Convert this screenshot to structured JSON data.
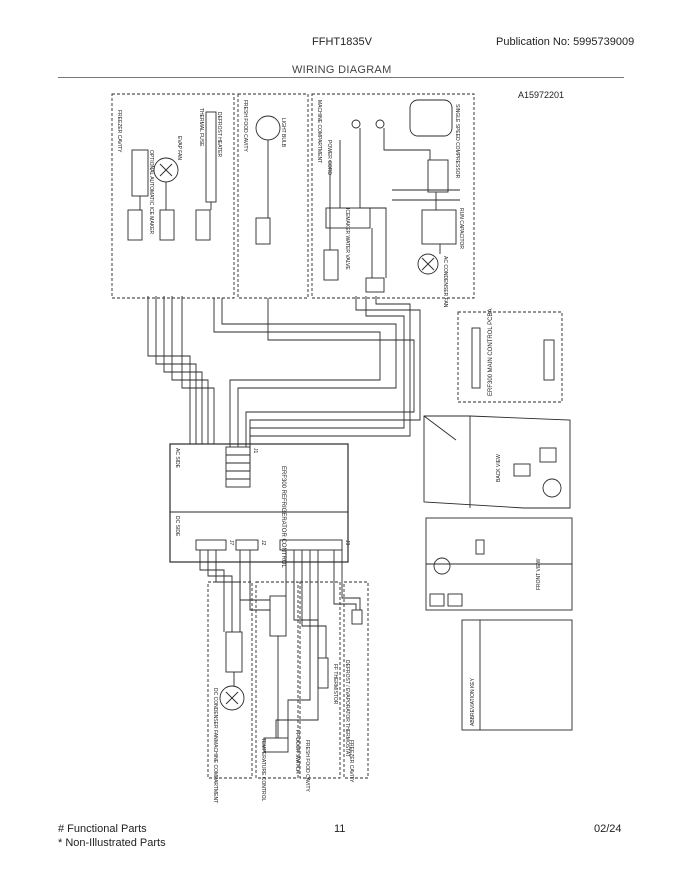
{
  "header": {
    "model": "FFHT1835V",
    "publication_label": "Publication No:",
    "publication_number": "5995739009",
    "title": "WIRING DIAGRAM"
  },
  "diagram": {
    "figure_id": "A15972201",
    "compartments": {
      "freezer_top": "FREEZER CAVITY",
      "fresh_food_top": "FRESH FOOD CAVITY",
      "machine_top": "MACHINE COMPARTMENT",
      "machine_bottom": "MACHINE COMPARTMENT",
      "temp_control": "TEMPERATURE CONTROL",
      "fresh_food_bottom": "FRESH FOOD CAVITY",
      "freezer_bottom": "FREEZER CAVITY"
    },
    "components": {
      "evap_fan": "EVAP FAN",
      "auto_ice": "OPTIONAL AUTOMATIC ICE MAKER",
      "thermal_fuse": "THERMAL FUSE",
      "defrost_heater": "DEFROST HEATER",
      "light_bulb": "LIGHT BULB",
      "power_cord": "POWER CORD",
      "compressor": "SINGLE SPEED COMPRESSOR",
      "ice_valve": "ICEMAKER WATER VALVE",
      "run_capacitor": "RUN CAPACITOR",
      "ac_condenser_fan": "AC CONDENSER FAN",
      "dc_condenser_fan": "DC CONDENSER FAN",
      "door_switch": "FF DOOR SWITCH",
      "defrost_thermostat": "DEFROST / EVAPORATOR THERMOSTAT",
      "ff_thermistor": "FF THERMISTOR",
      "control_board": "ERF300 REFRIGERATOR CONTROL",
      "ac_side": "AC SIDE",
      "dc_side": "DC SIDE",
      "board_pcba": "ERF300 MAIN CONTROL PCBA",
      "back_view": "BACK VIEW",
      "front_view": "FRONT VIEW",
      "connector_table": "ABBREVIATION KEY"
    },
    "connectors": {
      "j1": "J1",
      "j2": "J2",
      "j3": "J3",
      "j7": "J7"
    }
  },
  "footer": {
    "functional_parts": "# Functional Parts",
    "non_illustrated": "* Non-Illustrated Parts",
    "page": "11",
    "date": "02/24"
  },
  "colors": {
    "line": "#2a2a2a",
    "dashed_box": "#333333",
    "rule": "#777777"
  }
}
